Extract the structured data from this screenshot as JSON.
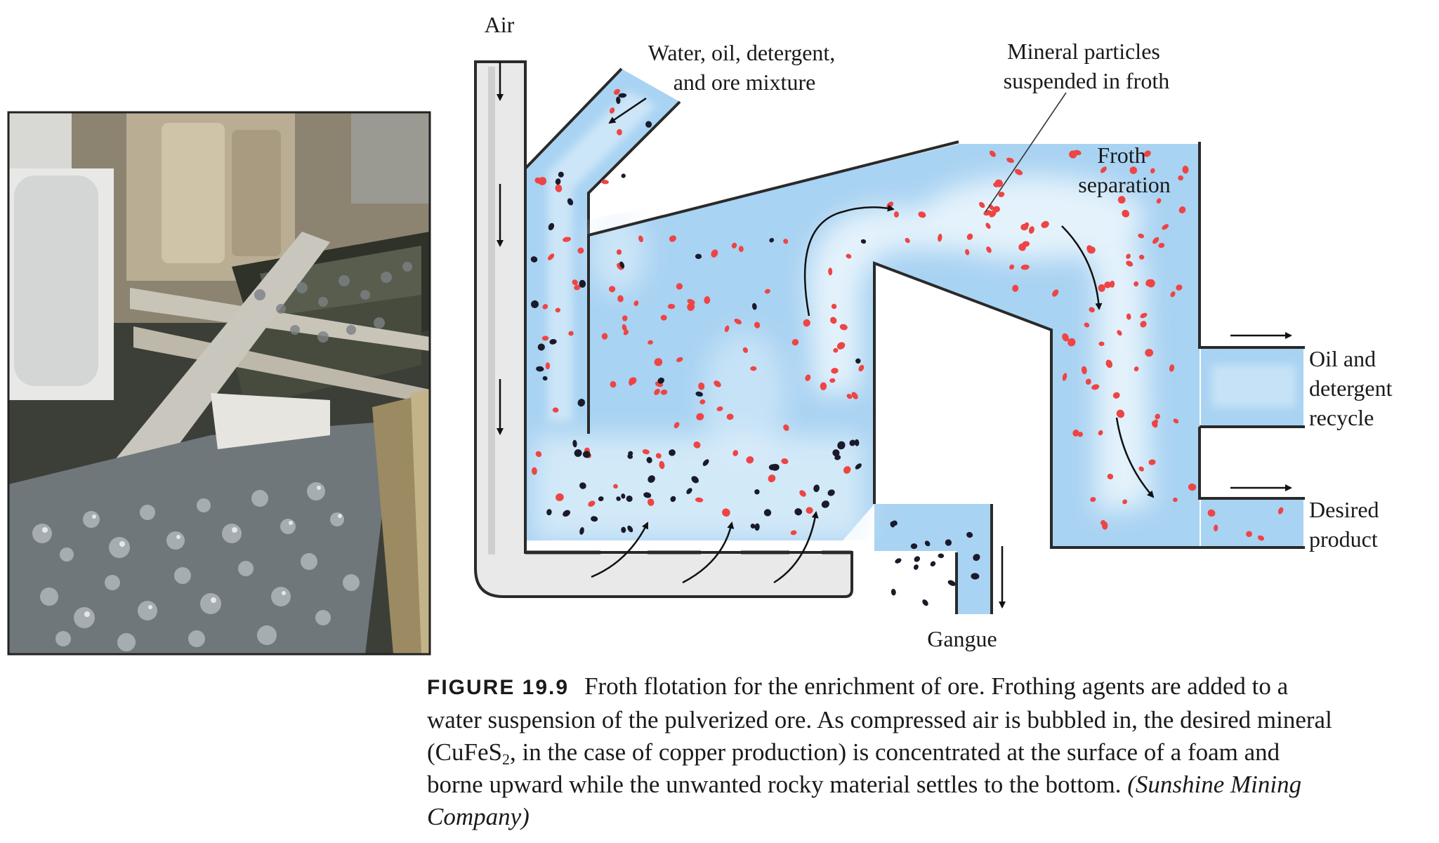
{
  "diagram": {
    "labels": {
      "air": "Air",
      "feed": [
        "Water, oil, detergent,",
        "and ore mixture"
      ],
      "particles": [
        "Mineral particles",
        "suspended in froth"
      ],
      "froth": [
        "Froth",
        "separation"
      ],
      "recycle": [
        "Oil and",
        "detergent",
        "recycle"
      ],
      "product": [
        "Desired",
        "product"
      ],
      "gangue": "Gangue"
    },
    "colors": {
      "liquid": "#a9d3f2",
      "froth_highlight": "#e4f2fb",
      "wall": "#333333",
      "mineral_particle": "#ee4444",
      "gangue_particle": "#1a1a2a",
      "air_pipe_fill": "#e9e9e9"
    }
  },
  "photo": {
    "colors": {
      "froth": "#8e969c",
      "machinery": "#b8ac95",
      "trough": "#3a3e30"
    }
  },
  "caption": {
    "figure_label": "FIGURE 19.9",
    "line1": "Froth flotation for the enrichment of ore. Frothing agents are added to a",
    "line2": "water suspension of the pulverized ore. As compressed air is bubbled in, the desired mineral",
    "line3_pre": "(CuFeS",
    "line3_sub": "2",
    "line3_post": ", in the case of copper production) is concentrated at the surface of a foam and",
    "line4": "borne upward while the unwanted rocky material settles to the bottom. ",
    "credit_a": "(Sunshine Mining",
    "credit_b": "Company)"
  }
}
